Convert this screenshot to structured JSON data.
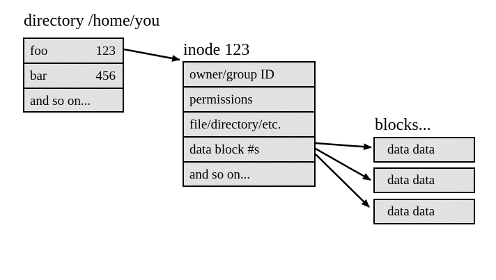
{
  "directory": {
    "title": "directory /home/you",
    "entries": [
      {
        "name": "foo",
        "inode": "123"
      },
      {
        "name": "bar",
        "inode": "456"
      },
      {
        "name": "and so on...",
        "inode": ""
      }
    ]
  },
  "inode": {
    "title": "inode 123",
    "fields": [
      "owner/group ID",
      "permissions",
      "file/directory/etc.",
      "data block #s",
      "and so on..."
    ]
  },
  "blocks": {
    "title": "blocks...",
    "items": [
      "data data",
      "data data",
      "data data"
    ]
  }
}
